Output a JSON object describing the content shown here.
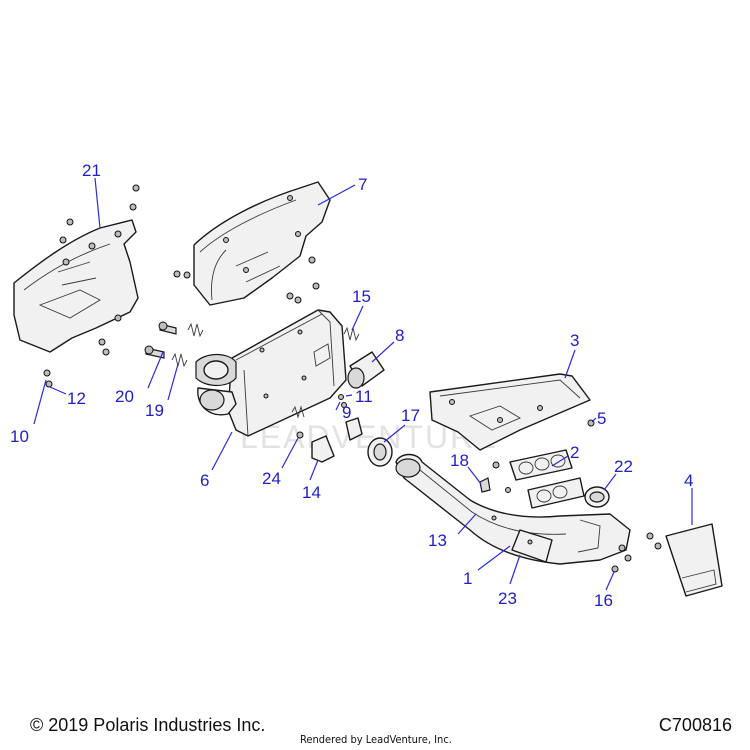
{
  "diagram": {
    "watermark": "LEADVENTURE",
    "callouts": [
      {
        "id": "1",
        "label": "1"
      },
      {
        "id": "2",
        "label": "2"
      },
      {
        "id": "3",
        "label": "3"
      },
      {
        "id": "4",
        "label": "4"
      },
      {
        "id": "5",
        "label": "5"
      },
      {
        "id": "6",
        "label": "6"
      },
      {
        "id": "7",
        "label": "7"
      },
      {
        "id": "8",
        "label": "8"
      },
      {
        "id": "9",
        "label": "9"
      },
      {
        "id": "10",
        "label": "10"
      },
      {
        "id": "11",
        "label": "11"
      },
      {
        "id": "12",
        "label": "12"
      },
      {
        "id": "13",
        "label": "13"
      },
      {
        "id": "14",
        "label": "14"
      },
      {
        "id": "15",
        "label": "15"
      },
      {
        "id": "16",
        "label": "16"
      },
      {
        "id": "17",
        "label": "17"
      },
      {
        "id": "18",
        "label": "18"
      },
      {
        "id": "19",
        "label": "19"
      },
      {
        "id": "20",
        "label": "20"
      },
      {
        "id": "21",
        "label": "21"
      },
      {
        "id": "22",
        "label": "22"
      },
      {
        "id": "23",
        "label": "23"
      },
      {
        "id": "24",
        "label": "24"
      }
    ]
  },
  "footer": {
    "copyright": "© 2019 Polaris Industries Inc.",
    "rendered_by": "Rendered by LeadVenture, Inc.",
    "diagram_code": "C700816"
  },
  "colors": {
    "callout": "#2020c8",
    "line": "#1a1a1a"
  }
}
